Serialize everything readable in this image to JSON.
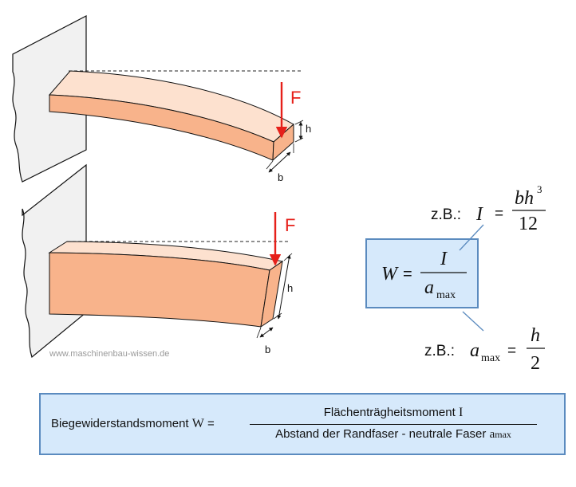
{
  "labels": {
    "force_top": "F",
    "force_bottom": "F",
    "height_top": "h",
    "width_top": "b",
    "height_bottom": "h",
    "width_bottom": "b"
  },
  "formula_main": {
    "lhs": "W",
    "equals": "=",
    "numerator": "I",
    "denominator": "a",
    "denominator_sub": "max"
  },
  "example_inertia": {
    "prefix": "z.B.:",
    "lhs": "I",
    "equals": "=",
    "numerator": "bh",
    "numerator_exp": "3",
    "denominator": "12"
  },
  "example_amax": {
    "prefix": "z.B.:",
    "lhs": "a",
    "lhs_sub": "max",
    "equals": "=",
    "numerator": "h",
    "denominator": "2"
  },
  "watermark": "www.maschinenbau-wissen.de",
  "definition": {
    "label": "Biegewiderstandsmoment",
    "symbol": "W",
    "equals": "=",
    "numerator_text": "Flächenträgheitsmoment",
    "numerator_symbol": "I",
    "denominator_text": "Abstand der Randfaser - neutrale Faser",
    "denominator_symbol": "a",
    "denominator_sub": "max"
  },
  "colors": {
    "beam_top": "#fde1cf",
    "beam_front": "#f8b38b",
    "wall": "#f1f1f1",
    "force_arrow": "#e6201a",
    "box_fill": "#d6e9fb",
    "box_border": "#5b8bbf"
  }
}
